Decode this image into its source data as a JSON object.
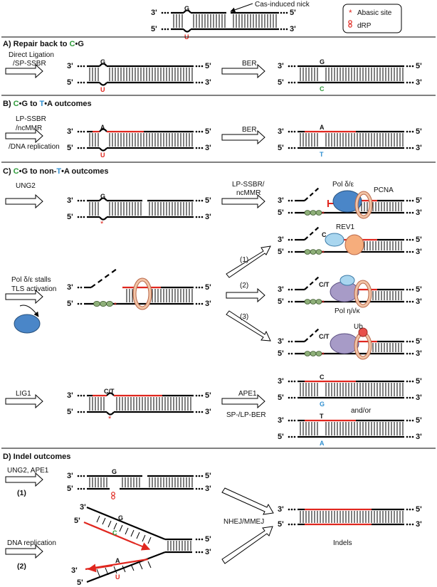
{
  "header": {
    "nick_label": "Cas-induced nick",
    "legend": {
      "abasic": "Abasic site",
      "drp": "dRP"
    }
  },
  "ends": {
    "e3": "3'",
    "e5": "5'"
  },
  "bases": {
    "G": "G",
    "U": "U",
    "C": "C",
    "A": "A",
    "T": "T",
    "CT": "C/T"
  },
  "colors": {
    "red": "#e0271f",
    "green": "#2e9a3a",
    "blue": "#2f8fd0",
    "black": "#000000"
  },
  "sectionA": {
    "title_pre": "A) Repair back to ",
    "title_b1": "C",
    "title_dot": "•",
    "title_b2": "G",
    "arrow1": [
      "Direct Ligation",
      "/SP-SSBR"
    ],
    "arrow2": "BER"
  },
  "sectionB": {
    "title_pre": "B) ",
    "title_b1": "C",
    "title_mid": "•G to ",
    "title_b2": "T",
    "title_post": "•A outcomes",
    "arrow1": [
      "LP-SSBR",
      "/ncMMR",
      "/DNA replication"
    ],
    "arrow2": "BER"
  },
  "sectionC": {
    "title_pre": "C) ",
    "title_b1": "C",
    "title_mid": "•G to non-",
    "title_b2": "T",
    "title_post": "•A outcomes",
    "ung2": "UNG2",
    "lp_ssbr": [
      "LP-SSBR/",
      "ncMMR"
    ],
    "pol_delta": "Pol δ/ε",
    "pcna": "PCNA",
    "rev1": "REV1",
    "stall": [
      "Pol δ/ε stalls",
      "TLS activation"
    ],
    "path1": "(1)",
    "path2": "(2)",
    "path3": "(3)",
    "pol_tls": "Pol η/ι/κ",
    "ub": "Ub",
    "lig1": "LIG1",
    "ape1": "APE1",
    "spber": "SP-/LP-BER",
    "andor": "and/or"
  },
  "sectionD": {
    "title": "D) Indel outcomes",
    "arrow1": "UNG2, APE1",
    "arrow1_num": "(1)",
    "arrow2": "DNA replication",
    "arrow2_num": "(2)",
    "nhej": "NHEJ/MMEJ",
    "indels": "Indels"
  }
}
